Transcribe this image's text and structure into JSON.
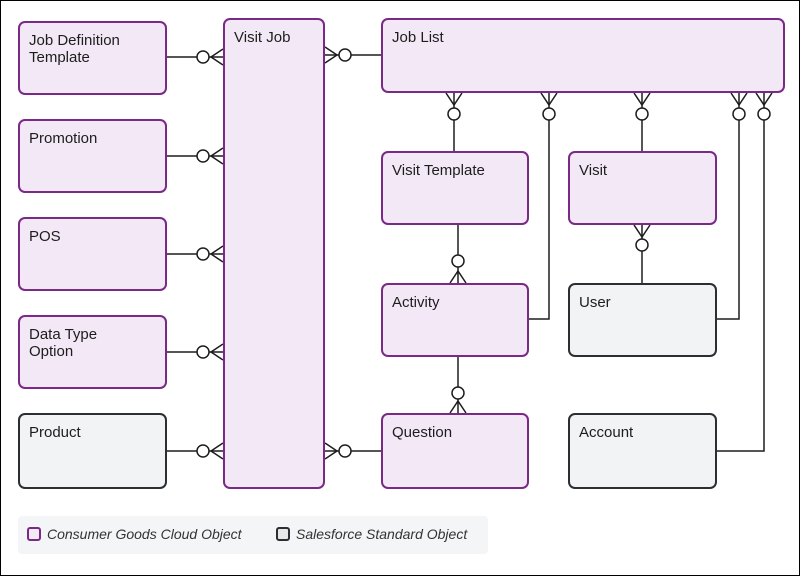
{
  "entities": {
    "job_definition_template": "Job Definition\nTemplate",
    "promotion": "Promotion",
    "pos": "POS",
    "data_type_option": "Data Type\nOption",
    "product": "Product",
    "visit_job": "Visit Job",
    "job_list": "Job List",
    "visit_template": "Visit Template",
    "visit": "Visit",
    "activity": "Activity",
    "user": "User",
    "question": "Question",
    "account": "Account"
  },
  "legend": {
    "consumer_goods": "Consumer Goods Cloud Object",
    "salesforce_standard": "Salesforce Standard Object"
  },
  "colors": {
    "consumer_goods_border": "#7a2a86",
    "consumer_goods_fill": "#f3e8f6",
    "standard_border": "#2b2f33",
    "standard_fill": "#f1f3f4"
  }
}
